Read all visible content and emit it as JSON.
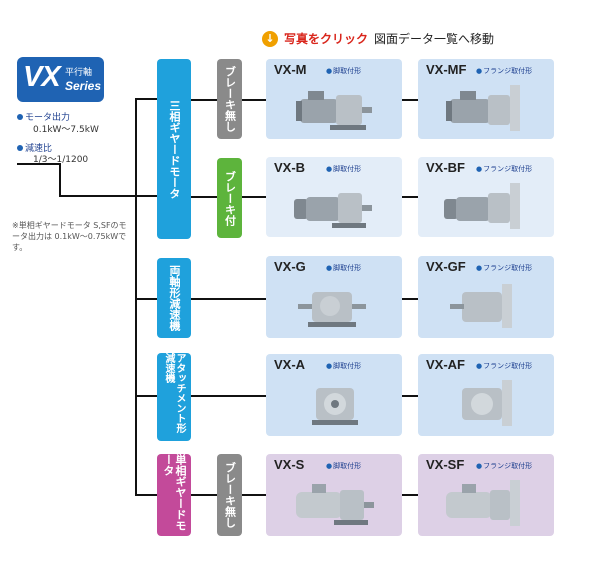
{
  "header": {
    "click_text": "写真をクリック",
    "rest_text": "図面データ一覧へ移動"
  },
  "logo": {
    "main": "VX",
    "sub1": "平行軸",
    "sub2": "Series"
  },
  "specs": [
    {
      "label": "モータ出力",
      "value": "0.1kW～7.5kW"
    },
    {
      "label": "減速比",
      "value": "1/3～1/1200"
    }
  ],
  "note": "※単相ギヤードモータ S,SFのモータ出力は 0.1kW～0.75kWです。",
  "categories": [
    {
      "label": "三相ギヤードモータ"
    },
    {
      "label": "両軸形減速機"
    },
    {
      "label": "アタッチメント形減速機"
    },
    {
      "label": "単相ギヤードモータ"
    }
  ],
  "brake_labels": {
    "three_phase_nobrake": "ブレーキ無し",
    "three_phase_brake": "ブレーキ付",
    "single_phase_nobrake": "ブレーキ無し"
  },
  "products": [
    {
      "model": "VX-M",
      "type": "脚取付形"
    },
    {
      "model": "VX-MF",
      "type": "フランジ取付形"
    },
    {
      "model": "VX-B",
      "type": "脚取付形"
    },
    {
      "model": "VX-BF",
      "type": "フランジ取付形"
    },
    {
      "model": "VX-G",
      "type": "脚取付形"
    },
    {
      "model": "VX-GF",
      "type": "フランジ取付形"
    },
    {
      "model": "VX-A",
      "type": "脚取付形"
    },
    {
      "model": "VX-AF",
      "type": "フランジ取付形"
    },
    {
      "model": "VX-S",
      "type": "脚取付形"
    },
    {
      "model": "VX-SF",
      "type": "フランジ取付形"
    }
  ],
  "colors": {
    "logo": "#1f63b3",
    "category": "#1fa1dc",
    "single_phase": "#c34a9a",
    "brake_none": "#8a8a8a",
    "brake_with": "#5db43c",
    "card_blue": "#cfe1f4",
    "card_light": "#e3edf8",
    "card_pink": "#ddd0e6",
    "click_red": "#d9261c"
  }
}
